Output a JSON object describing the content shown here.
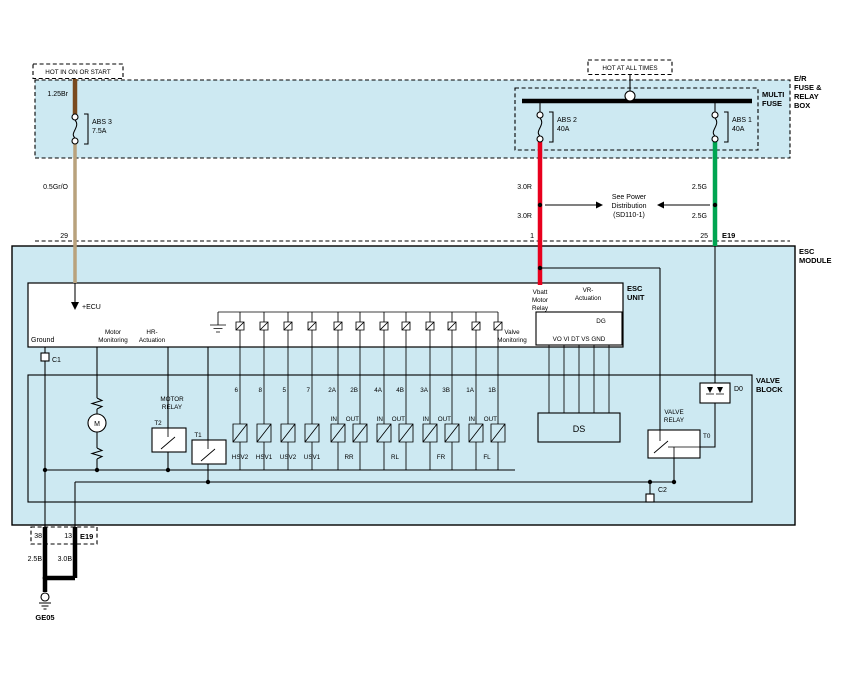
{
  "colors": {
    "panel": "#cde9f2",
    "red": "#e8001d",
    "green": "#00a551",
    "brown": "#7a4a1e",
    "tan": "#b9a27d"
  },
  "top": {
    "hot_left": "HOT IN ON OR START",
    "hot_right": "HOT AT ALL TIMES",
    "multi_fuse": [
      "MULTI",
      "FUSE"
    ],
    "er_label": [
      "E/R",
      "FUSE &",
      "RELAY",
      "BOX"
    ],
    "fuse_abs3": {
      "name": "ABS 3",
      "rating": "7.5A"
    },
    "fuse_abs2": {
      "name": "ABS 2",
      "rating": "40A"
    },
    "fuse_abs1": {
      "name": "ABS 1",
      "rating": "40A"
    },
    "w_brown": "1.25Br",
    "w_tan": "0.5Gr/O",
    "w_red_1": "3.0R",
    "w_red_2": "3.0R",
    "w_green_1": "2.5G",
    "w_green_2": "2.5G",
    "see_power": [
      "See Power",
      "Distribution",
      "(SD110-1)"
    ],
    "pin29": "29",
    "pin1": "1",
    "pin25": "25",
    "e19": "E19"
  },
  "module": {
    "label": [
      "ESC",
      "MODULE"
    ],
    "unit_label": [
      "ESC",
      "UNIT"
    ],
    "ecu": "+ECU",
    "ground": "Ground",
    "motor_mon": [
      "Motor",
      "Monitoring"
    ],
    "hr_act": [
      "HR-",
      "Actuation"
    ],
    "vbatt": [
      "Vbatt",
      "Motor",
      "Relay"
    ],
    "vr_act": [
      "VR-",
      "Actuation"
    ],
    "valve_mon": [
      "Valve",
      "Monitoring"
    ],
    "dg": "DG",
    "dg_pins": "VO VI DT VS GND",
    "c1": "C1"
  },
  "vb": {
    "label": [
      "VALVE",
      "BLOCK"
    ],
    "motor_relay": [
      "MOTOR",
      "RELAY"
    ],
    "t2": "T2",
    "t1": "T1",
    "motor": "M",
    "columns": [
      {
        "num": "6"
      },
      {
        "num": "8"
      },
      {
        "num": "5"
      },
      {
        "num": "7"
      },
      {
        "num": "2A",
        "io": "IN"
      },
      {
        "num": "2B",
        "io": "OUT"
      },
      {
        "num": "4A",
        "io": "IN"
      },
      {
        "num": "4B",
        "io": "OUT"
      },
      {
        "num": "3A",
        "io": "IN"
      },
      {
        "num": "3B",
        "io": "OUT"
      },
      {
        "num": "1A",
        "io": "IN"
      },
      {
        "num": "1B",
        "io": "OUT"
      }
    ],
    "valve_names": [
      "HSV2",
      "HSV1",
      "USV2",
      "USV1",
      "RR",
      "RL",
      "FR",
      "FL"
    ],
    "ds": "DS",
    "valve_relay": [
      "VALVE",
      "RELAY"
    ],
    "t0": "T0",
    "d0": "D0",
    "c2": "C2"
  },
  "bottom": {
    "pin38": "38",
    "pin13": "13",
    "e19": "E19",
    "w_left": "2.5B",
    "w_right": "3.0B",
    "gnd": "GE05"
  }
}
